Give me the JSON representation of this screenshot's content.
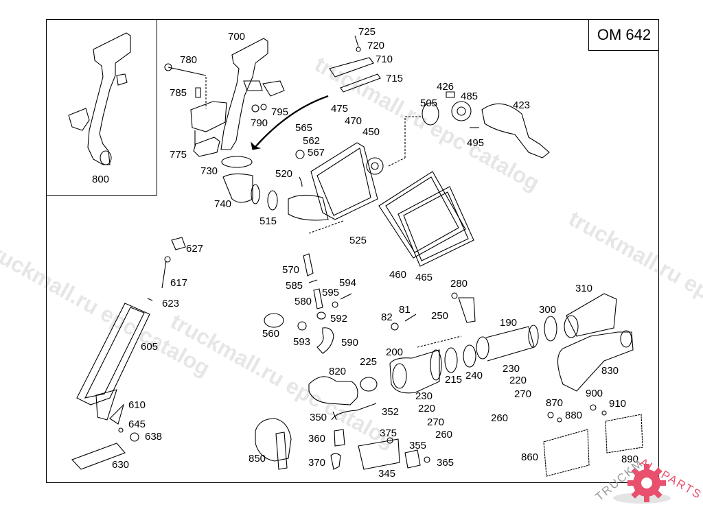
{
  "diagram": {
    "title": "OM 642",
    "inset_label": "800",
    "watermarks": [
      "truckmall.ru epc catalog",
      "truckmall.ru epc catalog",
      "truckmall.ru epc catalog",
      "truckmall.ru epc catalog"
    ],
    "brand_logo": {
      "text_left": "TRUCKM",
      "text_right": "ALLPARTS",
      "color": "#e8506e",
      "icon": "gear-icon"
    },
    "parts": [
      {
        "id": "700"
      },
      {
        "id": "780"
      },
      {
        "id": "785"
      },
      {
        "id": "775"
      },
      {
        "id": "730"
      },
      {
        "id": "740"
      },
      {
        "id": "790"
      },
      {
        "id": "795"
      },
      {
        "id": "725"
      },
      {
        "id": "720"
      },
      {
        "id": "710"
      },
      {
        "id": "715"
      },
      {
        "id": "475"
      },
      {
        "id": "470"
      },
      {
        "id": "450"
      },
      {
        "id": "565"
      },
      {
        "id": "562"
      },
      {
        "id": "567"
      },
      {
        "id": "520"
      },
      {
        "id": "515"
      },
      {
        "id": "525"
      },
      {
        "id": "426"
      },
      {
        "id": "485"
      },
      {
        "id": "505"
      },
      {
        "id": "495"
      },
      {
        "id": "423"
      },
      {
        "id": "460"
      },
      {
        "id": "465"
      },
      {
        "id": "627"
      },
      {
        "id": "617"
      },
      {
        "id": "623"
      },
      {
        "id": "605"
      },
      {
        "id": "610"
      },
      {
        "id": "645"
      },
      {
        "id": "638"
      },
      {
        "id": "630"
      },
      {
        "id": "570"
      },
      {
        "id": "585"
      },
      {
        "id": "580"
      },
      {
        "id": "595"
      },
      {
        "id": "594"
      },
      {
        "id": "592"
      },
      {
        "id": "593"
      },
      {
        "id": "560"
      },
      {
        "id": "590"
      },
      {
        "id": "82"
      },
      {
        "id": "81"
      },
      {
        "id": "280"
      },
      {
        "id": "250"
      },
      {
        "id": "190"
      },
      {
        "id": "310"
      },
      {
        "id": "300"
      },
      {
        "id": "200"
      },
      {
        "id": "225"
      },
      {
        "id": "820"
      },
      {
        "id": "215"
      },
      {
        "id": "240"
      },
      {
        "id": "230"
      },
      {
        "id": "220"
      },
      {
        "id": "270"
      },
      {
        "id": "260"
      },
      {
        "id": "830"
      },
      {
        "id": "230b",
        "label": "230"
      },
      {
        "id": "220b",
        "label": "220"
      },
      {
        "id": "270b",
        "label": "270"
      },
      {
        "id": "260b",
        "label": "260"
      },
      {
        "id": "352"
      },
      {
        "id": "350"
      },
      {
        "id": "360"
      },
      {
        "id": "370"
      },
      {
        "id": "850"
      },
      {
        "id": "375"
      },
      {
        "id": "355"
      },
      {
        "id": "365"
      },
      {
        "id": "345"
      },
      {
        "id": "870"
      },
      {
        "id": "880"
      },
      {
        "id": "900"
      },
      {
        "id": "910"
      },
      {
        "id": "860"
      },
      {
        "id": "890"
      }
    ]
  }
}
